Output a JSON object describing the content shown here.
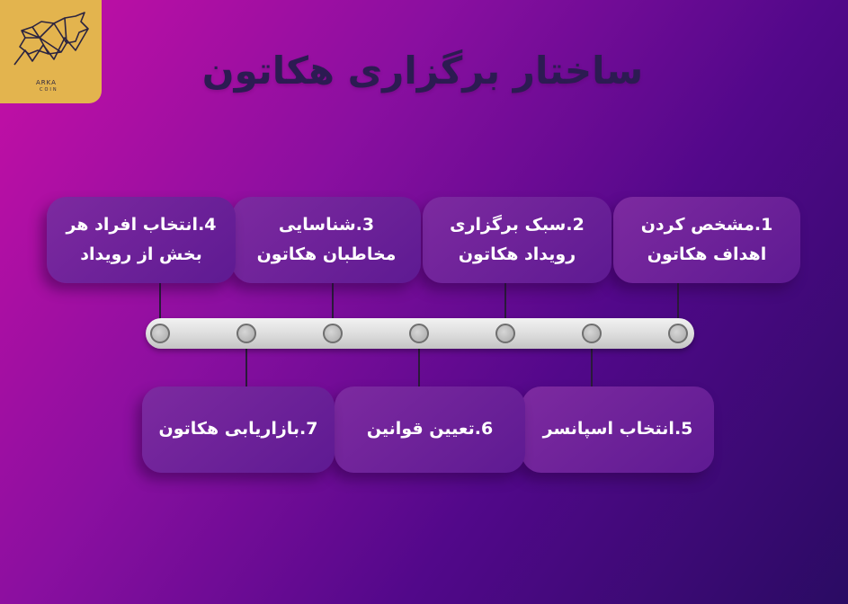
{
  "logo": {
    "brand": "ARKA",
    "sub": "COIN"
  },
  "title": "ساختار برگزاری هکاتون",
  "steps": [
    {
      "line1": "1.مشخص کردن",
      "line2": "اهداف هکاتون"
    },
    {
      "line1": "2.سبک برگزاری",
      "line2": "رویداد هکاتون"
    },
    {
      "line1": "3.شناسایی",
      "line2": "مخاطبان هکاتون"
    },
    {
      "line1": "4.انتخاب افراد هر",
      "line2": "بخش از رویداد"
    },
    {
      "line1": "5.انتخاب اسپانسر"
    },
    {
      "line1": "6.تعیین قوانین"
    },
    {
      "line1": "7.بازاریابی هکاتون"
    }
  ],
  "colors": {
    "background_start": "#c80fa6",
    "background_end": "#2a0b63",
    "logo_bg": "#e3b44e",
    "card": "#6a1f96",
    "title": "#2c1b52"
  }
}
